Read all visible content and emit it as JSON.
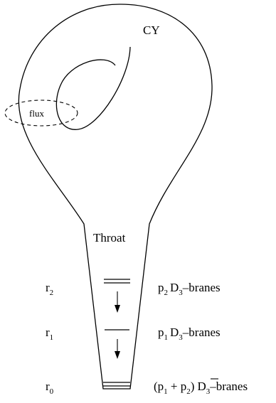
{
  "diagram": {
    "manifold_label": "CY",
    "flux_label": "flux",
    "throat_label": "Throat",
    "levels": [
      {
        "id": "r2",
        "symbol": "r",
        "index": "2",
        "brane_count": "p",
        "brane_count_index": "2",
        "brane_type": "D",
        "brane_dim": "3",
        "suffix": "–branes",
        "anti": false
      },
      {
        "id": "r1",
        "symbol": "r",
        "index": "1",
        "brane_count": "p",
        "brane_count_index": "1",
        "brane_type": "D",
        "brane_dim": "3",
        "suffix": "–branes",
        "anti": false
      },
      {
        "id": "r0",
        "symbol": "r",
        "index": "0",
        "brane_count_prefix": "(p",
        "brane_count_index_a": "1",
        "brane_count_mid": " + p",
        "brane_count_index_b": "2",
        "brane_count_close": ")",
        "brane_type": "D",
        "brane_dim": "3",
        "suffix": "–branes",
        "anti": true
      }
    ]
  }
}
